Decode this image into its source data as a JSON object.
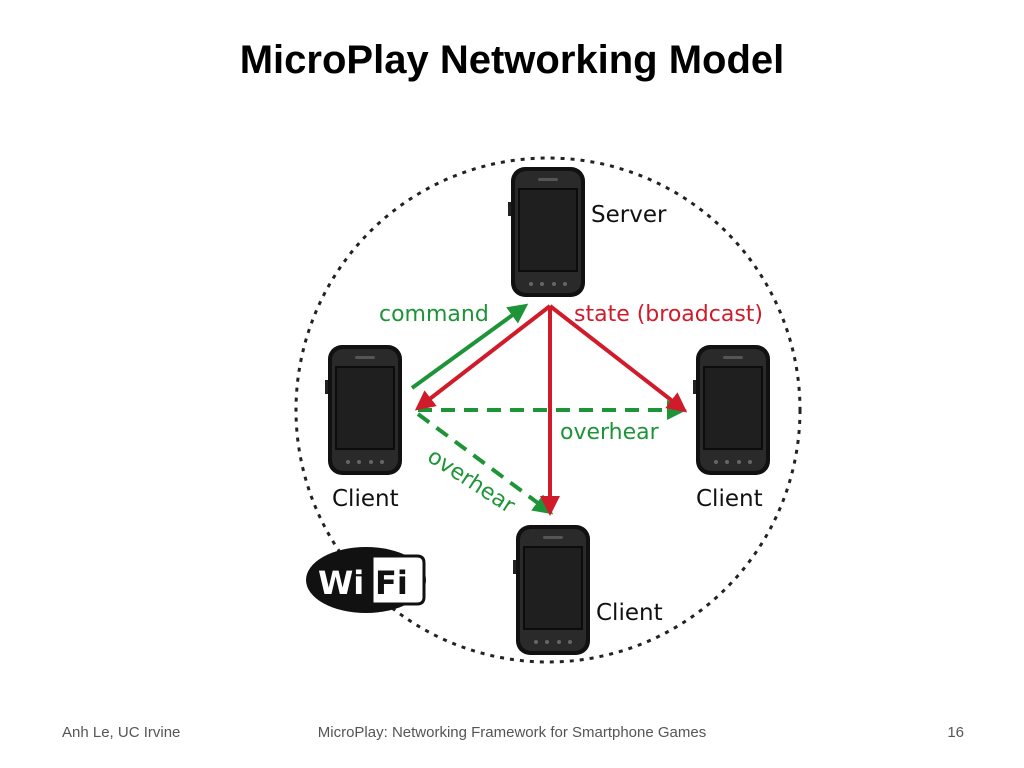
{
  "title": "MicroPlay Networking Model",
  "diagram": {
    "server_label": "Server",
    "client_left_label": "Client",
    "client_right_label": "Client",
    "client_bottom_label": "Client",
    "command_label": "command",
    "state_label": "state (broadcast)",
    "overhear_right_label": "overhear",
    "overhear_diag_label": "overhear",
    "wifi_logo_text": "WiFi",
    "colors": {
      "command": "#1e9438",
      "state": "#d01c2a",
      "overhear": "#1e9438"
    }
  },
  "footer": {
    "author": "Anh Le, UC Irvine",
    "course": "MicroPlay: Networking Framework for Smartphone Games",
    "page_number": "16"
  }
}
